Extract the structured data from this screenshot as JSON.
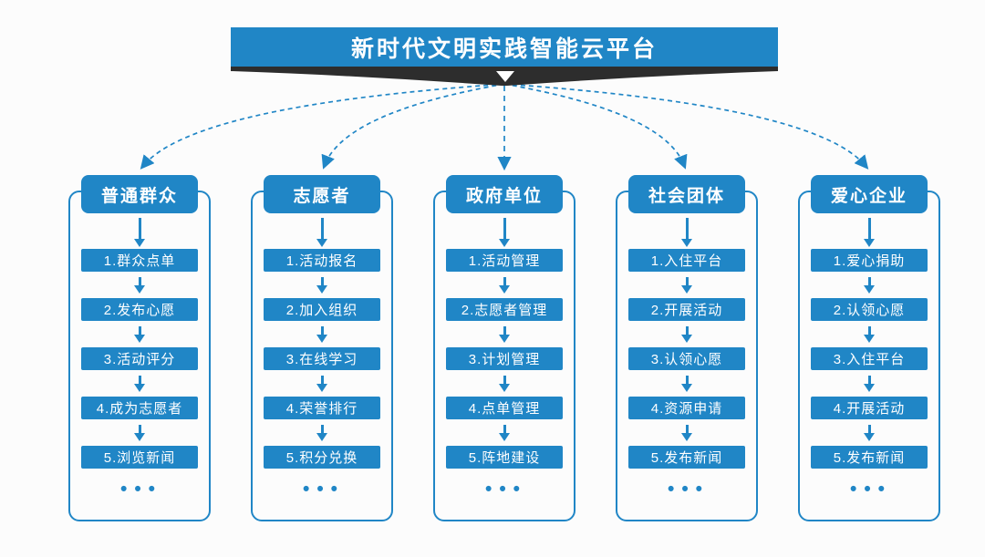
{
  "colors": {
    "accent": "#2086c6",
    "ribbon": "#2d2d2d",
    "background": "#fcfcfc",
    "text_on_accent": "#ffffff"
  },
  "header": {
    "title": "新时代文明实践智能云平台"
  },
  "columns": [
    {
      "title": "普通群众",
      "steps": [
        "1.群众点单",
        "2.发布心愿",
        "3.活动评分",
        "4.成为志愿者",
        "5.浏览新闻"
      ],
      "more": "•••"
    },
    {
      "title": "志愿者",
      "steps": [
        "1.活动报名",
        "2.加入组织",
        "3.在线学习",
        "4.荣誉排行",
        "5.积分兑换"
      ],
      "more": "•••"
    },
    {
      "title": "政府单位",
      "steps": [
        "1.活动管理",
        "2.志愿者管理",
        "3.计划管理",
        "4.点单管理",
        "5.阵地建设"
      ],
      "more": "•••"
    },
    {
      "title": "社会团体",
      "steps": [
        "1.入住平台",
        "2.开展活动",
        "3.认领心愿",
        "4.资源申请",
        "5.发布新闻"
      ],
      "more": "•••"
    },
    {
      "title": "爱心企业",
      "steps": [
        "1.爱心捐助",
        "2.认领心愿",
        "3.入住平台",
        "4.开展活动",
        "5.发布新闻"
      ],
      "more": "•••"
    }
  ]
}
